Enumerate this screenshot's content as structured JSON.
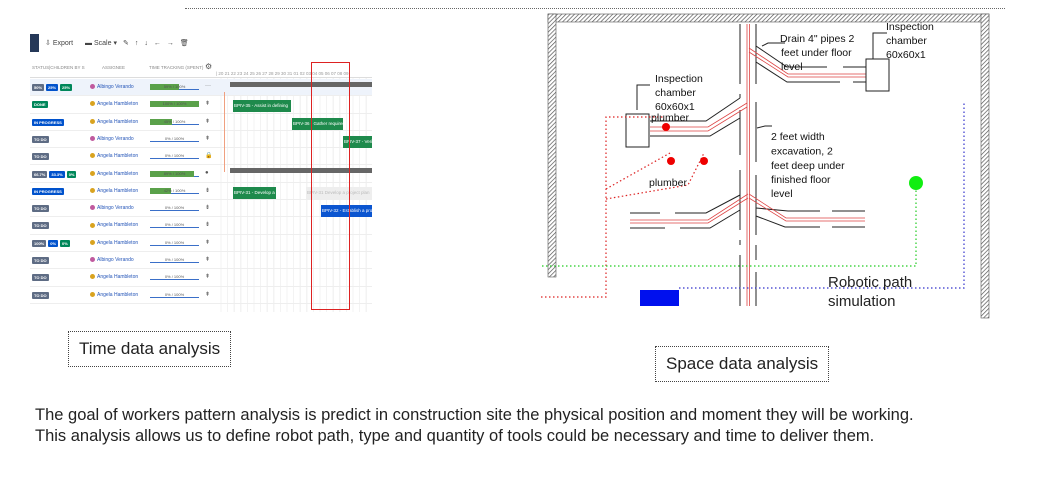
{
  "gantt": {
    "toolbar": {
      "export": "Export",
      "scale": "Scale ▾",
      "icons": [
        "pencil-icon",
        "arrow-up-icon",
        "arrow-down-icon",
        "arrow-left-icon",
        "arrow-right-icon",
        "trash-icon"
      ]
    },
    "columns": {
      "status": "STATUS|CHILDREN BY S",
      "assignee": "ASSIGNEE",
      "time": "TIME TRACKING (SPENT)"
    },
    "dates": "| 20 21 22 23 24 25 26 27 28 29 30 31 01 02 03 04 05 06 07 08 09",
    "rows": [
      {
        "badges": [
          [
            "50%",
            "#5e6c84"
          ],
          [
            "25%",
            "#0052cc"
          ],
          [
            "25%",
            "#00875a"
          ]
        ],
        "assignee": "Albingo Verando",
        "avatar": "#c05a9e",
        "time": "59% / 100%",
        "fill": 59,
        "icon": "···"
      },
      {
        "badges": [
          [
            "DONE",
            "#00875a"
          ]
        ],
        "assignee": "Angela Hambleton",
        "avatar": "#d9a320",
        "time": "100% / 100%",
        "fill": 100,
        "icon": "⇞"
      },
      {
        "badges": [
          [
            "IN PROGRESS",
            "#0052cc"
          ]
        ],
        "assignee": "Angela Hambleton",
        "avatar": "#d9a320",
        "time": "45% / 100%",
        "fill": 45,
        "icon": "⇞"
      },
      {
        "badges": [
          [
            "TO DO",
            "#5e6c84"
          ]
        ],
        "assignee": "Albingo Verando",
        "avatar": "#c05a9e",
        "time": "0% / 100%",
        "fill": 0,
        "icon": "⇞"
      },
      {
        "badges": [
          [
            "TO DO",
            "#5e6c84"
          ]
        ],
        "assignee": "Angela Hambleton",
        "avatar": "#d9a320",
        "time": "0% / 100%",
        "fill": 0,
        "icon": "🔒"
      },
      {
        "badges": [
          [
            "66.7%",
            "#5e6c84"
          ],
          [
            "33.3%",
            "#0052cc"
          ],
          [
            "0%",
            "#00875a"
          ]
        ],
        "assignee": "Angela Hambleton",
        "avatar": "#d9a320",
        "time": "89% / 100%",
        "fill": 89,
        "icon": "●"
      },
      {
        "badges": [
          [
            "IN PROGRESS",
            "#0052cc"
          ]
        ],
        "assignee": "Angela Hambleton",
        "avatar": "#d9a320",
        "time": "42% / 100%",
        "fill": 42,
        "icon": "⇟"
      },
      {
        "badges": [
          [
            "TO DO",
            "#5e6c84"
          ]
        ],
        "assignee": "Albingo Verando",
        "avatar": "#c05a9e",
        "time": "0% / 100%",
        "fill": 0,
        "icon": "⇟"
      },
      {
        "badges": [
          [
            "TO DO",
            "#5e6c84"
          ]
        ],
        "assignee": "Angela Hambleton",
        "avatar": "#d9a320",
        "time": "0% / 100%",
        "fill": 0,
        "icon": "⇟"
      },
      {
        "badges": [
          [
            "100%",
            "#5e6c84"
          ],
          [
            "0%",
            "#0052cc"
          ],
          [
            "0%",
            "#00875a"
          ]
        ],
        "assignee": "Angela Hambleton",
        "avatar": "#d9a320",
        "time": "0% / 100%",
        "fill": 0,
        "icon": "⇞"
      },
      {
        "badges": [
          [
            "TO DO",
            "#5e6c84"
          ]
        ],
        "assignee": "Albingo Verando",
        "avatar": "#c05a9e",
        "time": "0% / 100%",
        "fill": 0,
        "icon": "⇞"
      },
      {
        "badges": [
          [
            "TO DO",
            "#5e6c84"
          ]
        ],
        "assignee": "Angela Hambleton",
        "avatar": "#d9a320",
        "time": "0% / 100%",
        "fill": 0,
        "icon": "⇞"
      },
      {
        "badges": [
          [
            "TO DO",
            "#5e6c84"
          ]
        ],
        "assignee": "Angela Hambleton",
        "avatar": "#d9a320",
        "time": "0% / 100%",
        "fill": 0,
        "icon": "⇞"
      }
    ],
    "bars": {
      "b35": "BPIV-35 - Assist in defining",
      "b36": "BPIV-36 - Gather requirements",
      "b37": "BPIV-37 - Verify",
      "b31": "BPIV-31 - Develop a",
      "b31ghost": "BPIV-31 Develop a project plan",
      "b32": "BPIV-32 - Establish a project"
    }
  },
  "captions": {
    "time": "Time data analysis",
    "space": "Space data analysis"
  },
  "diagram": {
    "drain": [
      "Drain 4\" pipes  2",
      "feet under floor",
      "level"
    ],
    "chamber_right": [
      "Inspection",
      "chamber",
      "60x60x1"
    ],
    "chamber_left": [
      "Inspection",
      "chamber",
      "60x60x1"
    ],
    "plumber1": "plumber",
    "plumber2": "plumber",
    "excavation": [
      "2 feet width",
      "excavation, 2",
      "feet deep under",
      "finished floor",
      "level"
    ],
    "robot": [
      "Robotic path",
      "simulation"
    ]
  },
  "paragraph": [
    "The goal of workers pattern analysis is predict in construction site the physical position and moment they will be working.",
    "This analysis allows us to define robot path, type and quantity of tools could be necessary and time to deliver them."
  ]
}
